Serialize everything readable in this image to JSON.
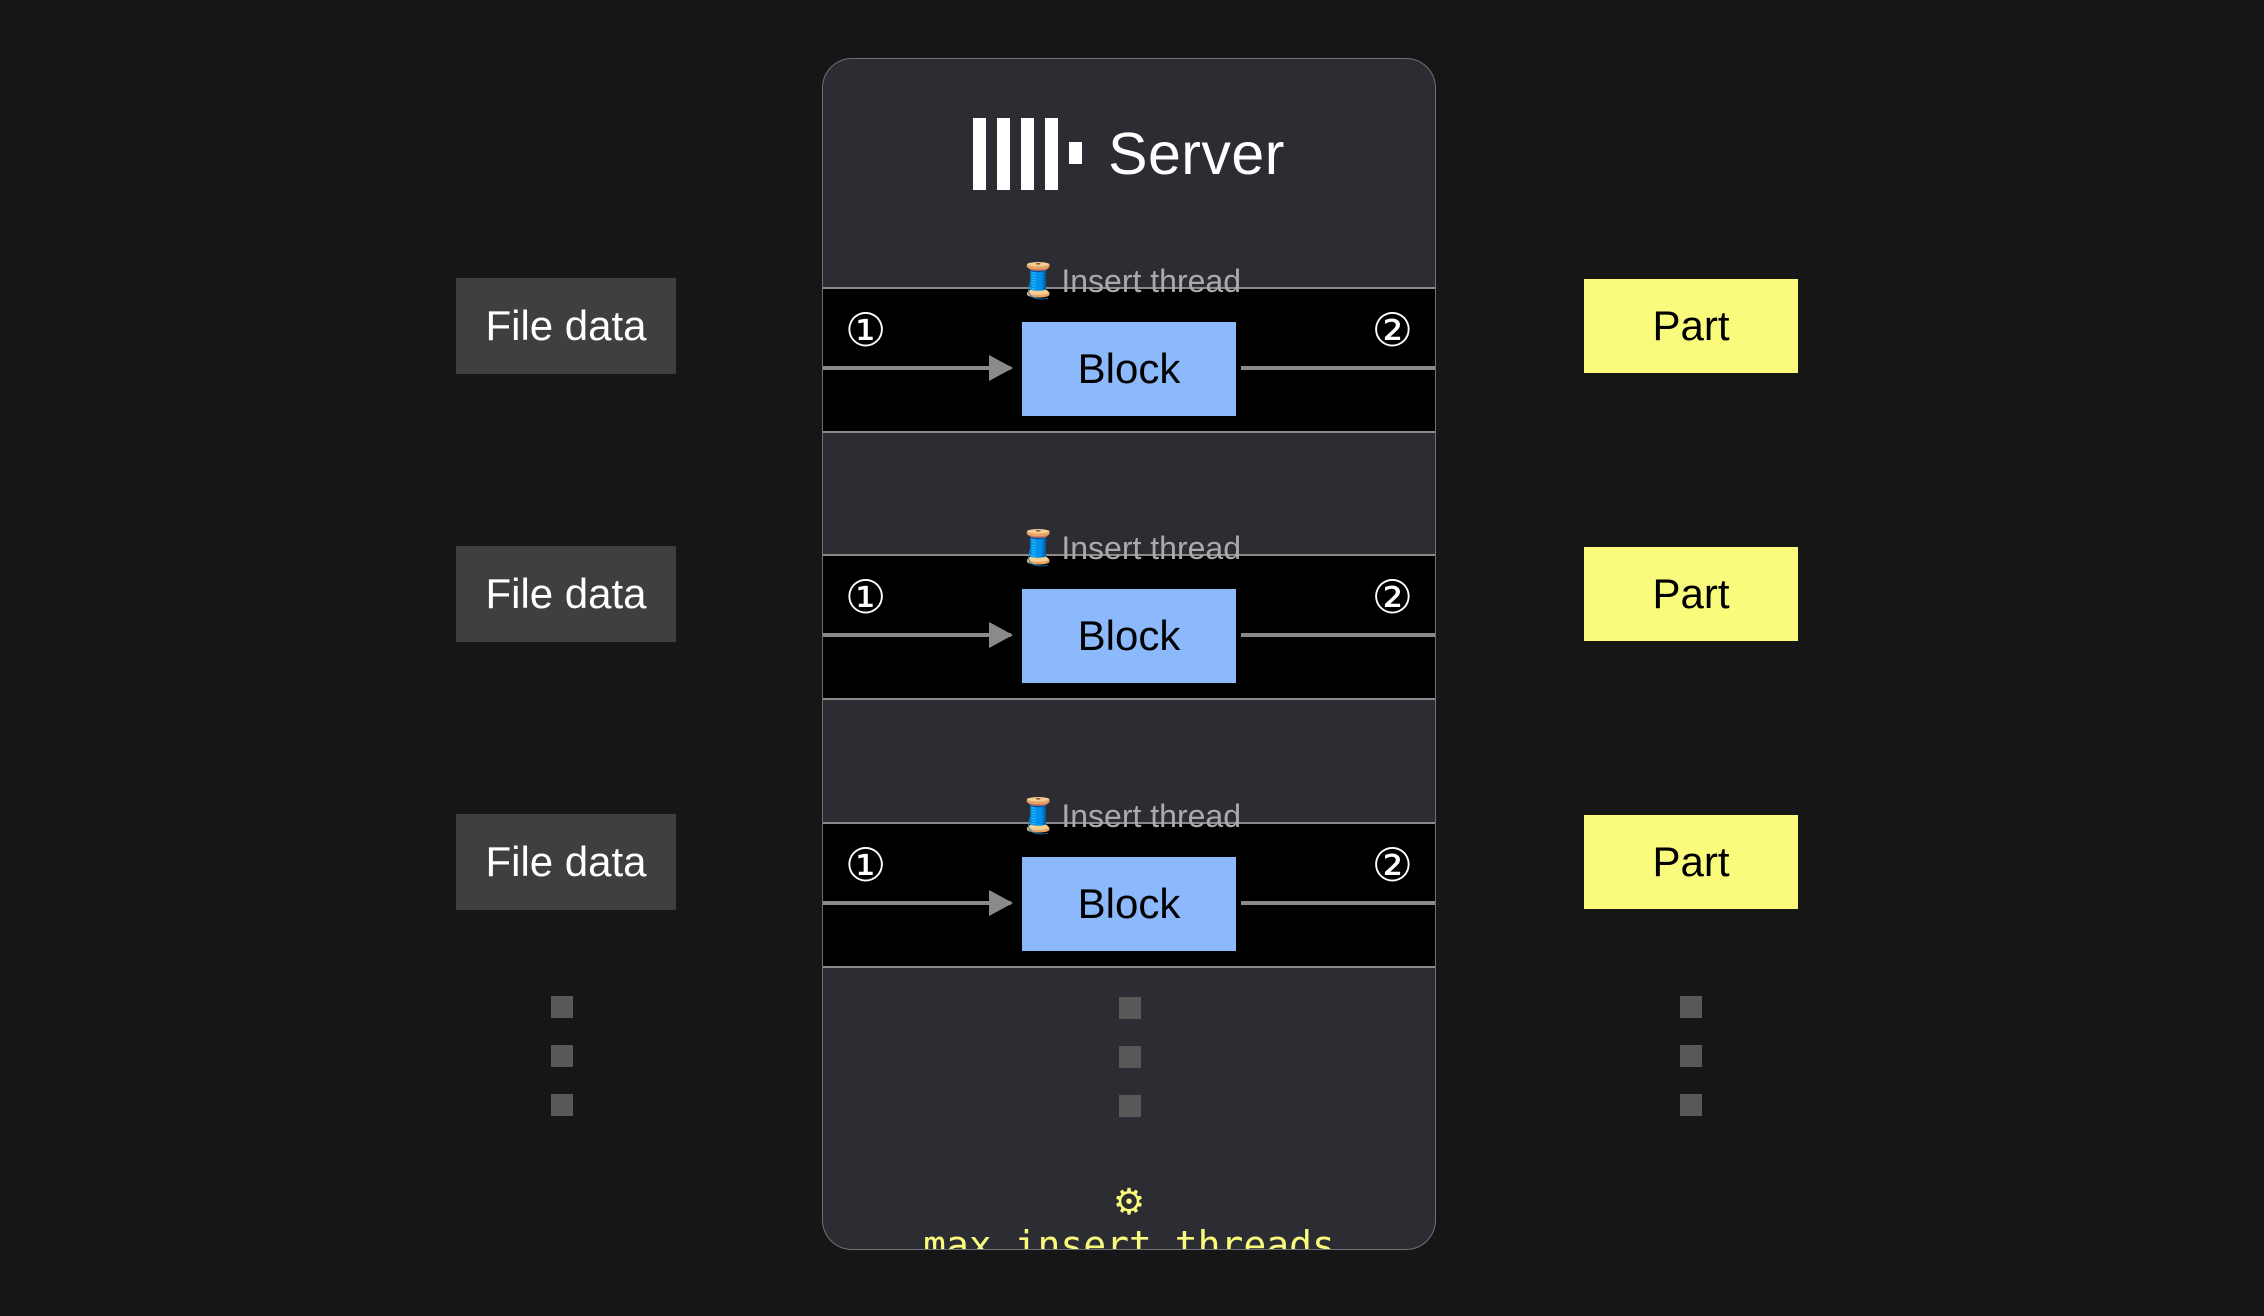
{
  "server": {
    "title": "Server",
    "logo_name": "clickhouse-logo",
    "bar_count": 4
  },
  "threads": [
    {
      "label": "Insert thread",
      "icon": "thread-spool-emoji",
      "step_in": "①",
      "step_out": "②",
      "block_label": "Block",
      "source_label": "File data",
      "target_label": "Part"
    },
    {
      "label": "Insert thread",
      "icon": "thread-spool-emoji",
      "step_in": "①",
      "step_out": "②",
      "block_label": "Block",
      "source_label": "File data",
      "target_label": "Part"
    },
    {
      "label": "Insert thread",
      "icon": "thread-spool-emoji",
      "step_in": "①",
      "step_out": "②",
      "block_label": "Block",
      "source_label": "File data",
      "target_label": "Part"
    }
  ],
  "ellipsis": {
    "square_count": 3
  },
  "setting": {
    "icon": "⚙",
    "icon_name": "gear-icon",
    "name": "max_insert_threads"
  },
  "colors": {
    "page_background": "#161616",
    "panel_background": "#2b2d33",
    "panel_border": "#6e7076",
    "row_background": "#000000",
    "row_border": "#8a8a8a",
    "block_fill": "#8cb9fb",
    "part_fill": "#fafa7d",
    "file_fill": "#3f3f3f",
    "arrow": "#8a8a8a",
    "label_gray": "#aaaaaa",
    "setting_yellow": "#fafa7d",
    "dot_square": "#585858"
  }
}
